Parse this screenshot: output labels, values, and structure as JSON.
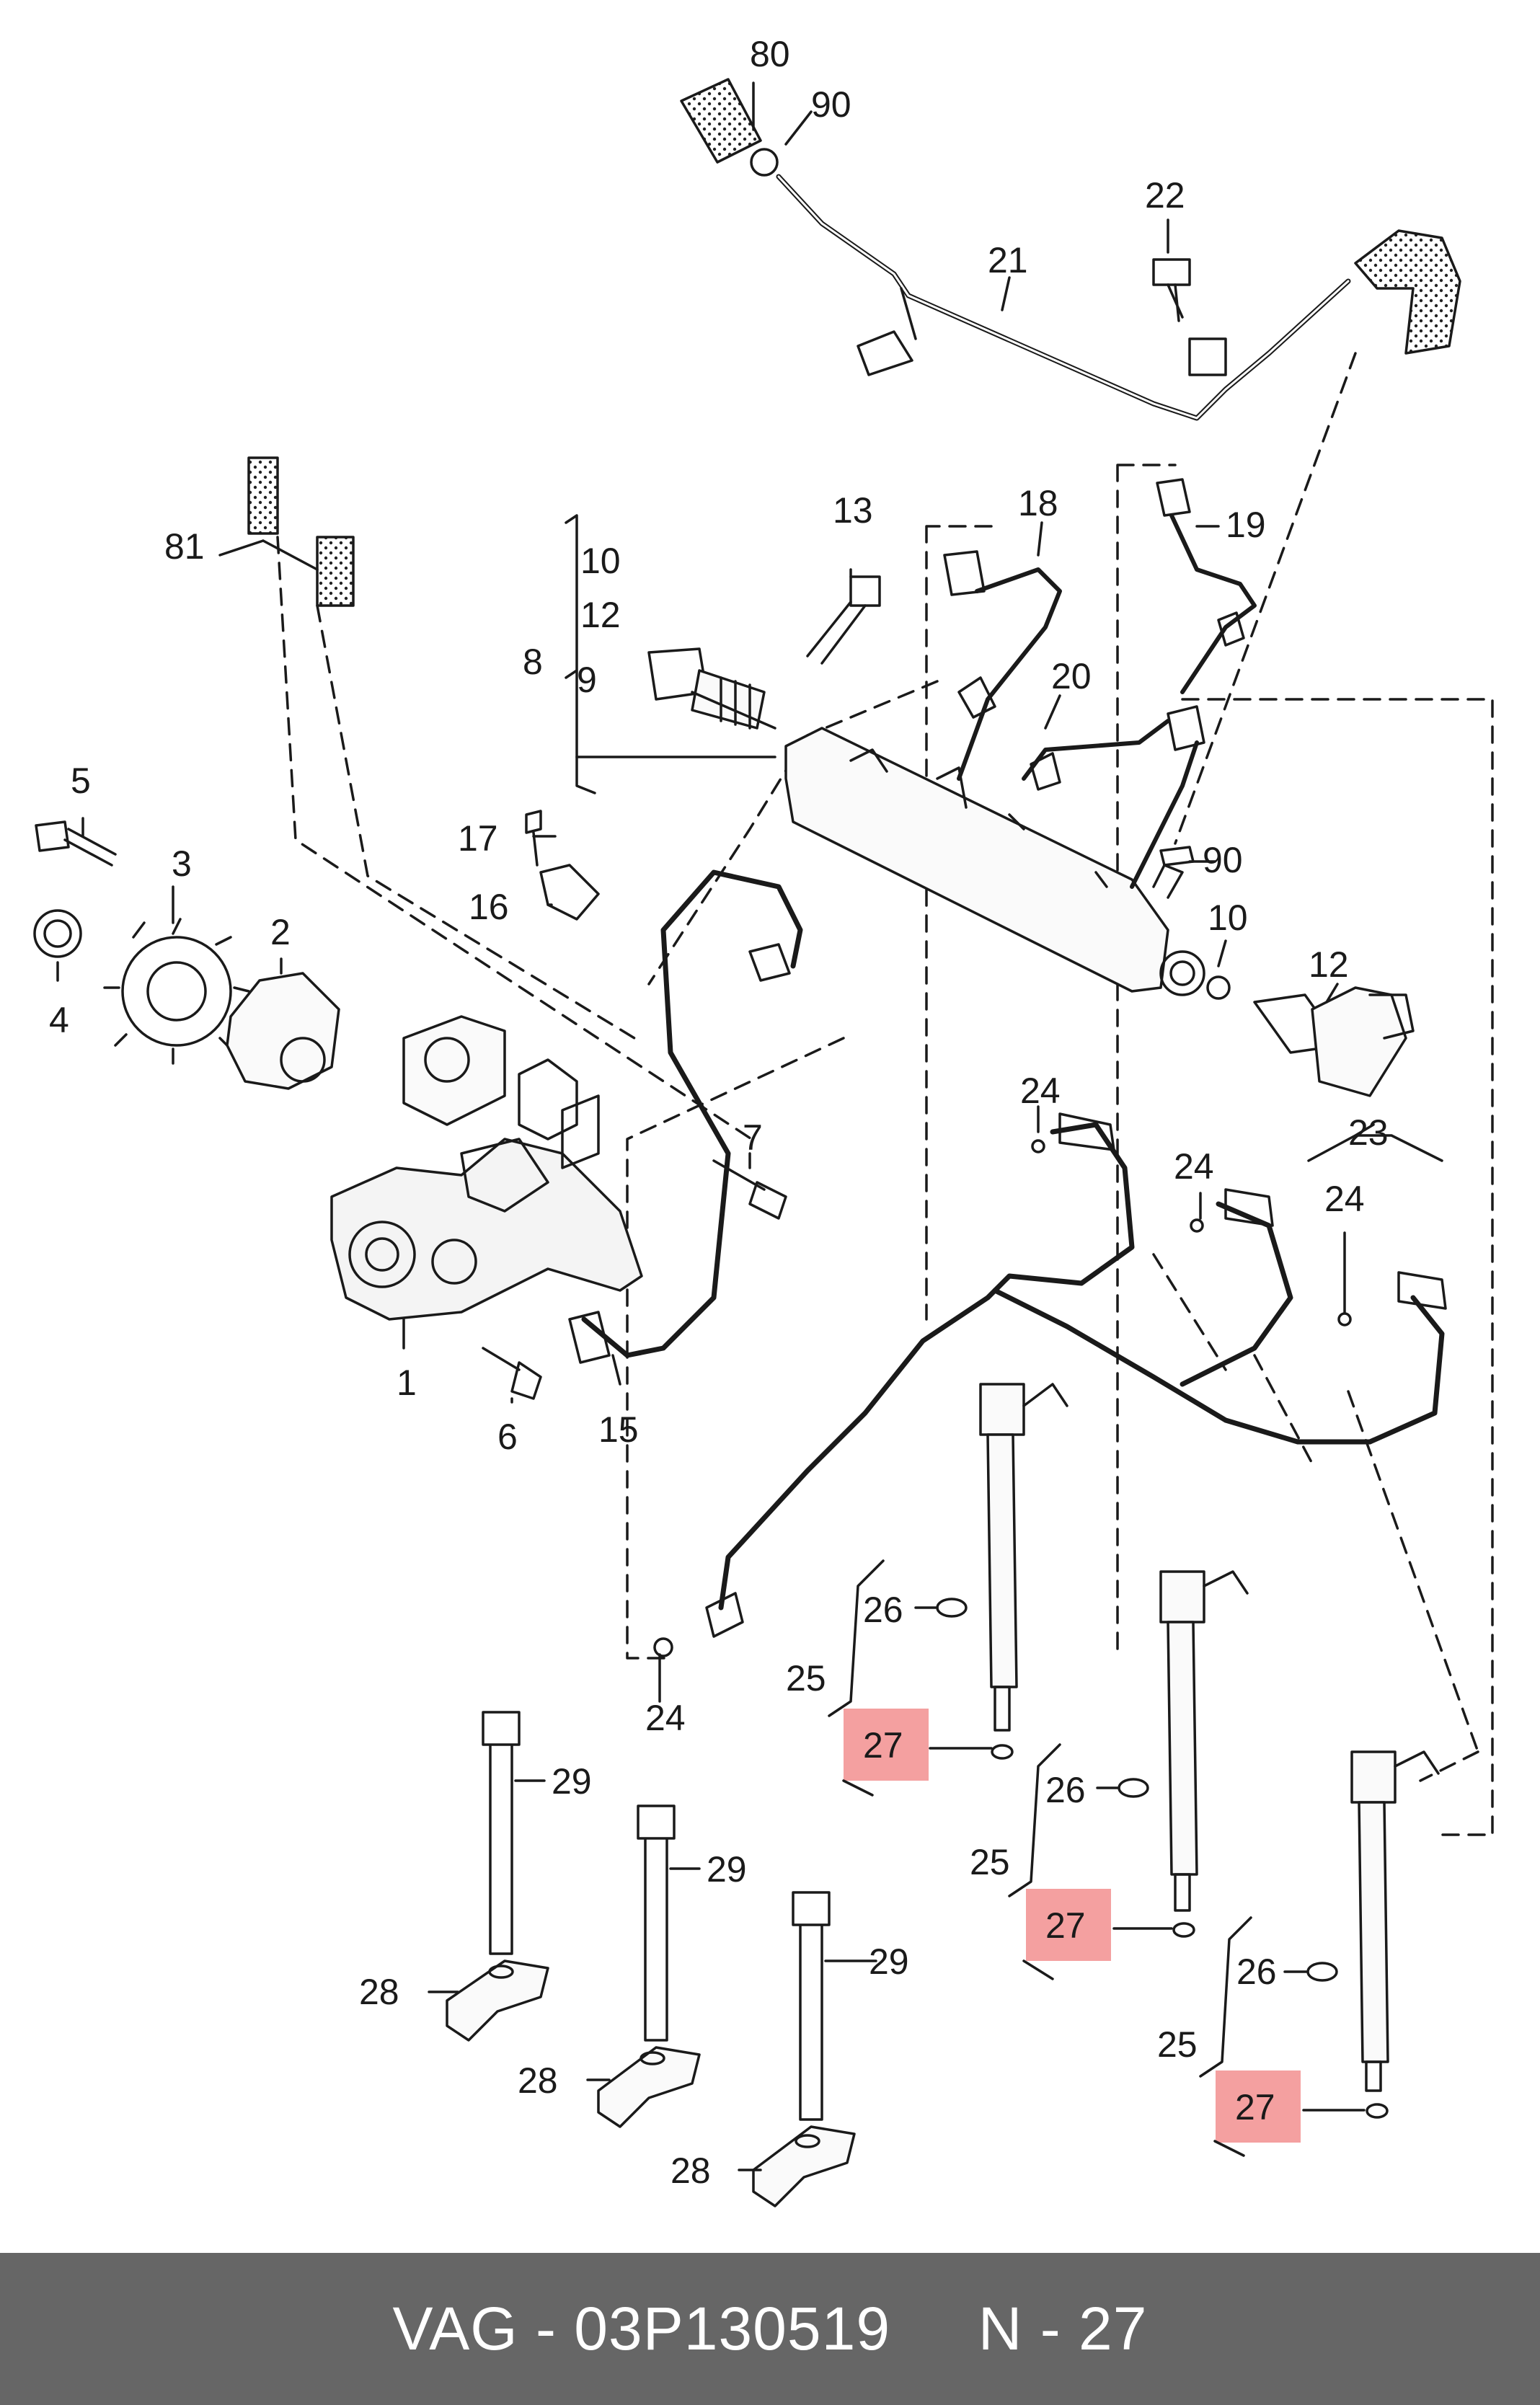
{
  "callouts": {
    "c1": "1",
    "c3": "3",
    "c4": "4",
    "c5": "5",
    "c6": "6",
    "c7": "7",
    "c8": "8",
    "c9": "9",
    "c10a": "10",
    "c10b": "10",
    "c12a": "12",
    "c12b": "12",
    "c13": "13",
    "c15": "15",
    "c16": "16",
    "c17": "17",
    "c18": "18",
    "c19": "19",
    "c20": "20",
    "c21": "21",
    "c22": "22",
    "c23": "23",
    "c24a": "24",
    "c24b": "24",
    "c24c": "24",
    "c24d": "24",
    "c25a": "25",
    "c25b": "25",
    "c25c": "25",
    "c26a": "26",
    "c26b": "26",
    "c26c": "26",
    "c27a": "27",
    "c27b": "27",
    "c27c": "27",
    "c28a": "28",
    "c28b": "28",
    "c28c": "28",
    "c29a": "29",
    "c29b": "29",
    "c29c": "29",
    "c80": "80",
    "c81": "81",
    "c90a": "90",
    "c90b": "90",
    "c2": "2"
  },
  "highlight_color": "#f4a0a0",
  "footer": {
    "text": "VAG - 03P130519     N - 27"
  }
}
